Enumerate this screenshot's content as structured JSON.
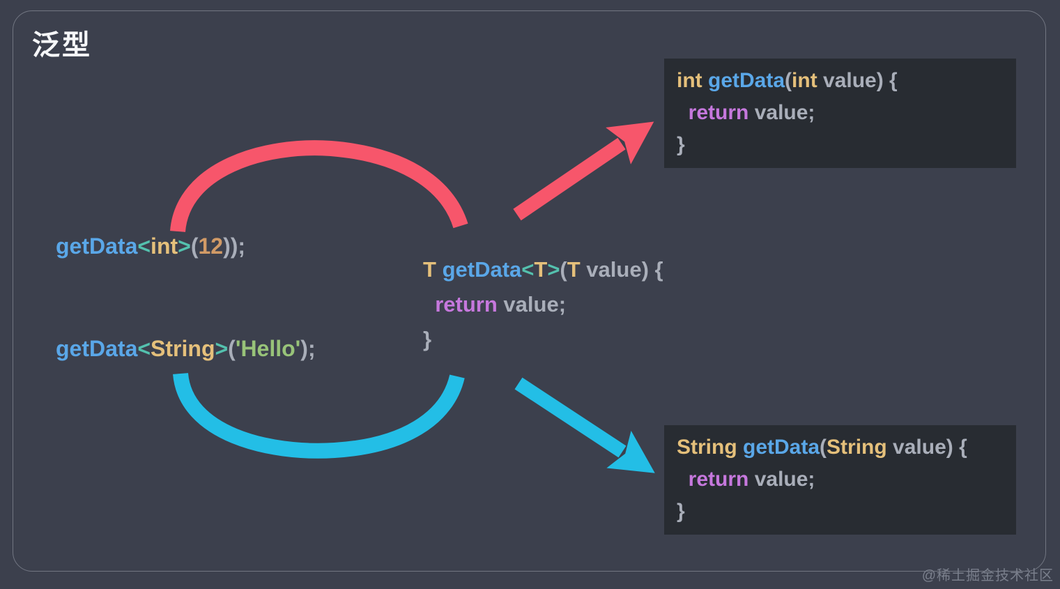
{
  "title": "泛型",
  "watermark": "@稀土掘金技术社区",
  "colors": {
    "background": "#3c404d",
    "code_box_bg": "#282c32",
    "border": "#b4b9c4",
    "title_text": "#f5f6f8",
    "watermark_text": "#7a7f8c",
    "arrow_red": "#f7566b",
    "arrow_blue": "#23bee6"
  },
  "syntax_colors": {
    "type": "#e5c07b",
    "fn": "#5aa7e8",
    "angle": "#54c1ae",
    "num": "#d19a66",
    "str": "#98c379",
    "kw": "#c678dd",
    "punct": "#a9aeb9"
  },
  "calls": [
    {
      "name": "int-call",
      "text": "getData<int>(12));",
      "tokens": [
        {
          "t": "getData",
          "c": "fn"
        },
        {
          "t": "<",
          "c": "angle"
        },
        {
          "t": "int",
          "c": "type"
        },
        {
          "t": ">",
          "c": "angle"
        },
        {
          "t": "(",
          "c": "punct"
        },
        {
          "t": "12",
          "c": "num"
        },
        {
          "t": "));",
          "c": "punct"
        }
      ]
    },
    {
      "name": "string-call",
      "text": "getData<String>('Hello');",
      "tokens": [
        {
          "t": "getData",
          "c": "fn"
        },
        {
          "t": "<",
          "c": "angle"
        },
        {
          "t": "String",
          "c": "type"
        },
        {
          "t": ">",
          "c": "angle"
        },
        {
          "t": "(",
          "c": "punct"
        },
        {
          "t": "'Hello'",
          "c": "str"
        },
        {
          "t": ");",
          "c": "punct"
        }
      ]
    }
  ],
  "generic_function": {
    "text": "T getData<T>(T value) { return value; }",
    "lines": [
      [
        {
          "t": "T ",
          "c": "type"
        },
        {
          "t": "getData",
          "c": "fn"
        },
        {
          "t": "<",
          "c": "angle"
        },
        {
          "t": "T",
          "c": "type"
        },
        {
          "t": ">",
          "c": "angle"
        },
        {
          "t": "(",
          "c": "punct"
        },
        {
          "t": "T",
          "c": "type"
        },
        {
          "t": " value) {",
          "c": "punct"
        }
      ],
      [
        {
          "t": "  ",
          "c": "punct"
        },
        {
          "t": "return",
          "c": "kw"
        },
        {
          "t": " value;",
          "c": "punct"
        }
      ],
      [
        {
          "t": "}",
          "c": "punct"
        }
      ]
    ]
  },
  "int_function": {
    "text": "int getData(int value) { return value; }",
    "lines": [
      [
        {
          "t": "int",
          "c": "type"
        },
        {
          "t": " ",
          "c": "punct"
        },
        {
          "t": "getData",
          "c": "fn"
        },
        {
          "t": "(",
          "c": "punct"
        },
        {
          "t": "int",
          "c": "type"
        },
        {
          "t": " value) {",
          "c": "punct"
        }
      ],
      [
        {
          "t": "  ",
          "c": "punct"
        },
        {
          "t": "return",
          "c": "kw"
        },
        {
          "t": " value;",
          "c": "punct"
        }
      ],
      [
        {
          "t": "}",
          "c": "punct"
        }
      ]
    ]
  },
  "string_function": {
    "text": "String getData(String value) { return value; }",
    "lines": [
      [
        {
          "t": "String",
          "c": "type"
        },
        {
          "t": " ",
          "c": "punct"
        },
        {
          "t": "getData",
          "c": "fn"
        },
        {
          "t": "(",
          "c": "punct"
        },
        {
          "t": "String",
          "c": "type"
        },
        {
          "t": " value) {",
          "c": "punct"
        }
      ],
      [
        {
          "t": "  ",
          "c": "punct"
        },
        {
          "t": "return",
          "c": "kw"
        },
        {
          "t": " value;",
          "c": "punct"
        }
      ],
      [
        {
          "t": "}",
          "c": "punct"
        }
      ]
    ]
  }
}
